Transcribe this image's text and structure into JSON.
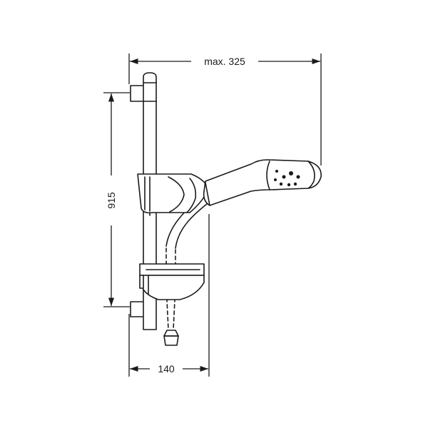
{
  "dimensions": {
    "max_width": "max. 325",
    "height": "915",
    "projection": "140"
  },
  "colors": {
    "line": "#1a1a1a",
    "background": "#ffffff"
  }
}
